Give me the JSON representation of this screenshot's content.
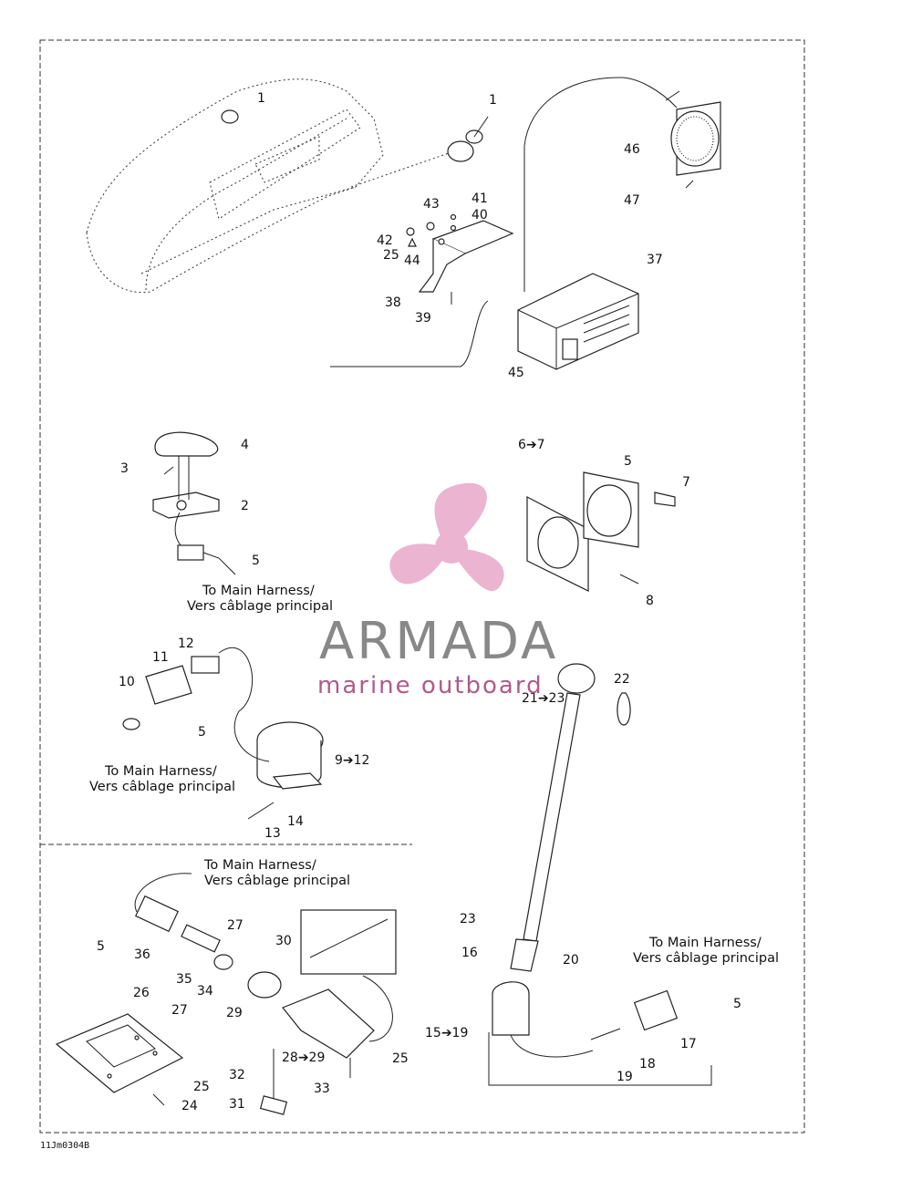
{
  "labels": {
    "l1a": "1",
    "l1b": "1",
    "l46": "46",
    "l47": "47",
    "l43": "43",
    "l41": "41",
    "l40": "40",
    "l42": "42",
    "l25a": "25",
    "l44": "44",
    "l37": "37",
    "l38": "38",
    "l39": "39",
    "l45": "45",
    "l4": "4",
    "l3": "3",
    "l2": "2",
    "l5a": "5",
    "l67": "6➔7",
    "l5b": "5",
    "l7": "7",
    "l8": "8",
    "l12": "12",
    "l11": "11",
    "l10": "10",
    "l5c": "5",
    "l912": "9➔12",
    "l14": "14",
    "l13": "13",
    "l2123": "21➔23",
    "l22": "22",
    "l23": "23",
    "l16": "16",
    "l20": "20",
    "l1519": "15➔19",
    "l18": "18",
    "l19": "19",
    "l17": "17",
    "l5d": "5",
    "l27a": "27",
    "l30": "30",
    "l5e": "5",
    "l36": "36",
    "l35": "35",
    "l34": "34",
    "l29": "29",
    "l26": "26",
    "l27b": "27",
    "l2829": "28➔29",
    "l25b": "25",
    "l32": "32",
    "l33": "33",
    "l25c": "25",
    "l24": "24",
    "l31": "31"
  },
  "notes": {
    "n1_en": "To Main Harness/",
    "n1_fr": "Vers câblage principal",
    "n2_en": "To Main Harness/",
    "n2_fr": "Vers câblage principal",
    "n3_en": "To Main Harness/",
    "n3_fr": "Vers câblage principal",
    "n4_en": "To Main Harness/",
    "n4_fr": "Vers câblage principal"
  },
  "code": "11Jm0304B",
  "watermark": {
    "brand": "ARMADA",
    "tagline": "marine outboard",
    "accent": "#e8a7c9",
    "text_color": "#888888"
  }
}
